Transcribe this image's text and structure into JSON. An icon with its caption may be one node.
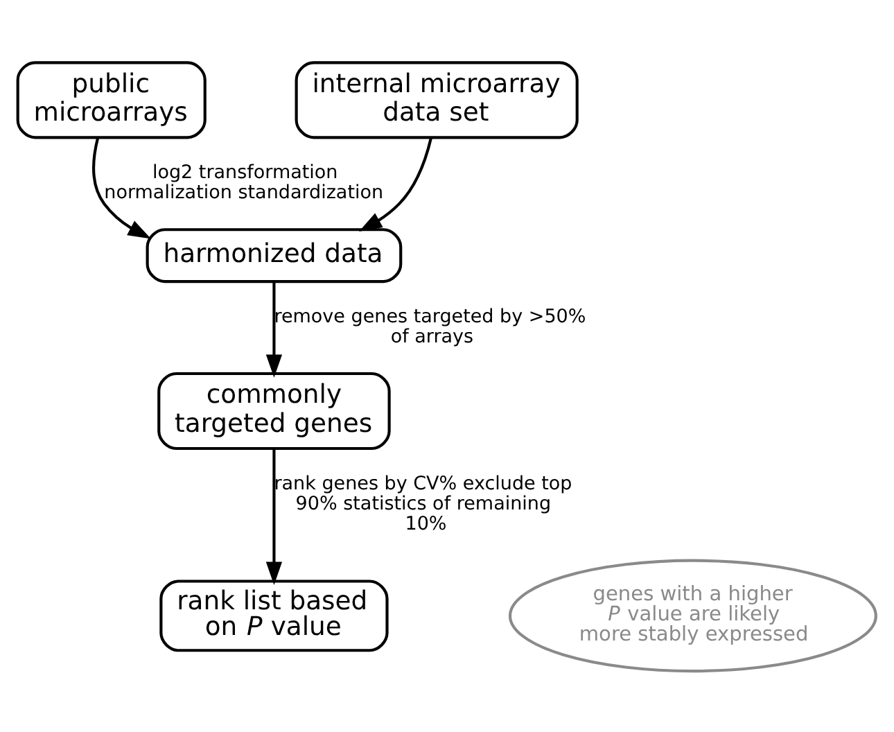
{
  "diagram": {
    "nodes": [
      {
        "text": [
          "public microarrays"
        ]
      },
      {
        "text": [
          "internal microarray data set"
        ]
      },
      {
        "text": [
          "harmonized data"
        ]
      },
      {
        "text": [
          "commonly targeted genes"
        ]
      },
      {
        "text": [
          "rank list based on *P* value"
        ]
      },
      {
        "text": [
          "genes with a higher *P* value are likely more stably expressed"
        ]
      }
    ],
    "edges": [
      {
        "from": 0,
        "to": 2,
        "arrow": "to",
        "label": "log2 transformation normalization standardization"
      },
      {
        "from": 1,
        "to": 2,
        "arrow": "to"
      },
      {
        "from": 2,
        "to": 3,
        "arrow": "to",
        "label": "remove genes targeted by >50% of arrays"
      },
      {
        "from": 3,
        "to": 4,
        "arrow": "to",
        "label": "rank genes by CV% exclude top 90% statistics of remaining 10%"
      }
    ]
  }
}
